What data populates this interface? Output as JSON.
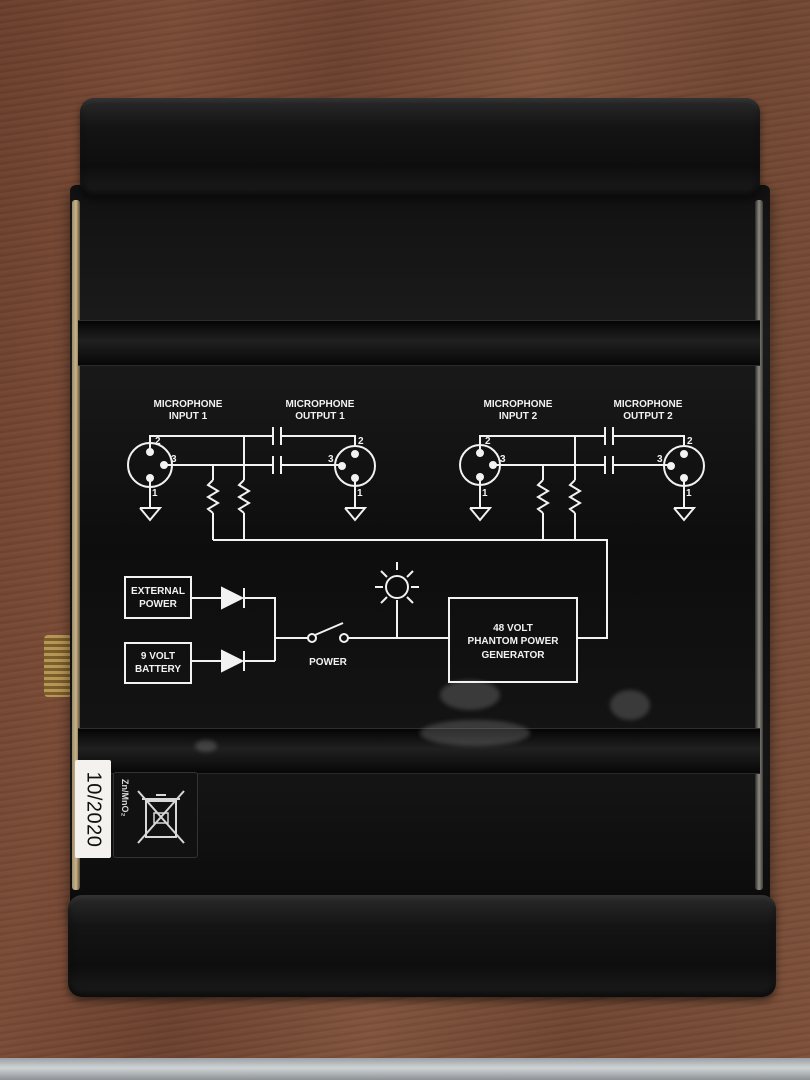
{
  "device_panel": {
    "mic_input_1": [
      "MICROPHONE",
      "INPUT 1"
    ],
    "mic_output_1": [
      "MICROPHONE",
      "OUTPUT 1"
    ],
    "mic_input_2": [
      "MICROPHONE",
      "INPUT 2"
    ],
    "mic_output_2": [
      "MICROPHONE",
      "OUTPUT 2"
    ],
    "external_power": [
      "EXTERNAL",
      "POWER"
    ],
    "battery": [
      "9 VOLT",
      "BATTERY"
    ],
    "power_switch": "POWER",
    "generator": [
      "48 VOLT",
      "PHANTOM POWER",
      "GENERATOR"
    ],
    "pin_numbers": [
      "1",
      "2",
      "3"
    ]
  },
  "stickers": {
    "date": "10/2020",
    "battery_chemistry": "Zn/MnO₂",
    "disposal_icon": "crossed-out-bin-icon"
  }
}
